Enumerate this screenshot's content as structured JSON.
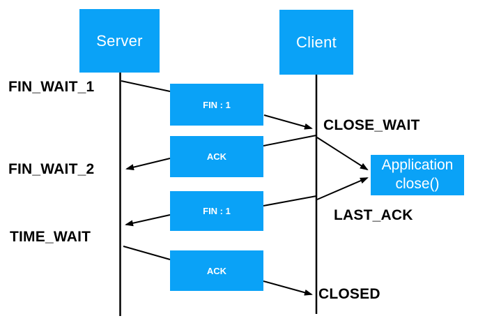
{
  "diagram": {
    "type": "sequence-diagram",
    "topic": "TCP connection termination (four-way handshake)"
  },
  "colors": {
    "accent_blue": "#0AA2F7",
    "line_black": "#000000",
    "box_text_white": "#FFFFFF",
    "label_text_black": "#000000"
  },
  "actors": {
    "server": {
      "label": "Server"
    },
    "client": {
      "label": "Client"
    }
  },
  "states": {
    "server": [
      {
        "label": "FIN_WAIT_1"
      },
      {
        "label": "FIN_WAIT_2"
      },
      {
        "label": "TIME_WAIT"
      }
    ],
    "client": [
      {
        "label": "CLOSE_WAIT"
      },
      {
        "label": "LAST_ACK"
      },
      {
        "label": "CLOSED"
      }
    ]
  },
  "messages": [
    {
      "label": "FIN : 1",
      "from": "Server",
      "to": "Client"
    },
    {
      "label": "ACK",
      "from": "Client",
      "to": "Server"
    },
    {
      "label": "FIN : 1",
      "from": "Client",
      "to": "Server"
    },
    {
      "label": "ACK",
      "from": "Server",
      "to": "Client"
    }
  ],
  "annotations": {
    "app_close": {
      "line1": "Application",
      "line2": "close()"
    }
  }
}
